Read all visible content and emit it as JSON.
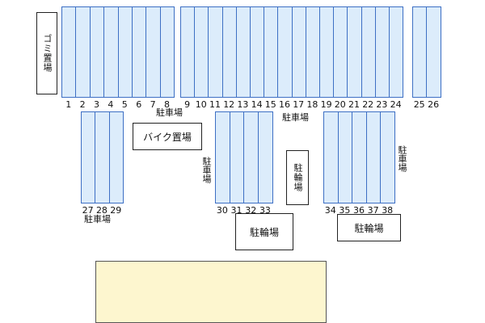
{
  "stall_color": "#dcecfb",
  "stall_border_color": "#3d6fc4",
  "building_color": "#fdf6cf",
  "stalls": {
    "top_row_a": [
      "1",
      "2",
      "3",
      "4",
      "5",
      "6",
      "7",
      "8"
    ],
    "top_row_b": [
      "9",
      "10",
      "11",
      "12",
      "13",
      "14",
      "15",
      "16",
      "17",
      "18",
      "19",
      "20",
      "21",
      "22",
      "23",
      "24"
    ],
    "top_row_c": [
      "25",
      "26"
    ],
    "mid_left": [
      "27",
      "28",
      "29"
    ],
    "mid_center": [
      "30",
      "31",
      "32",
      "33"
    ],
    "mid_right": [
      "34",
      "35",
      "36",
      "37",
      "38"
    ]
  },
  "labels": {
    "garbage": "ゴミ置場",
    "bike": "バイク置場",
    "parking": "駐車場",
    "bicycle": "駐輪場"
  }
}
